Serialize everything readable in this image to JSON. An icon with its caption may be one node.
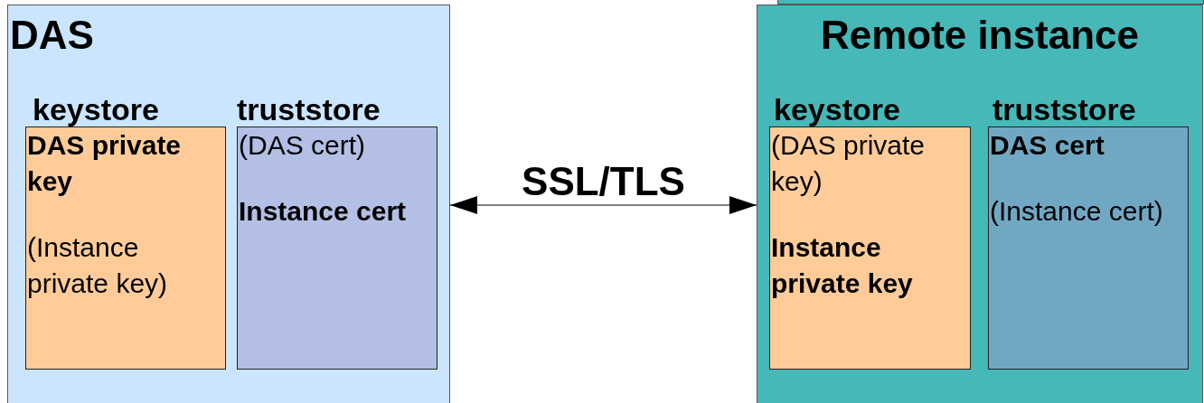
{
  "diagram": {
    "nodes": [
      {
        "text": [
          "DAS"
        ]
      },
      {
        "text": [
          "keystore",
          "DAS private key",
          "(Instance private key)"
        ],
        "in": 0
      },
      {
        "text": [
          "truststore",
          "(DAS cert)",
          "Instance cert"
        ],
        "in": 0
      },
      {
        "text": [],
        "shape": "box"
      },
      {
        "text": [
          "Remote instance"
        ]
      },
      {
        "text": [
          "keystore",
          "(DAS private key)",
          "Instance private key"
        ],
        "in": 4
      },
      {
        "text": [
          "truststore",
          "DAS cert",
          "(Instance cert)"
        ],
        "in": 4
      }
    ],
    "edges": [
      {
        "from": 0,
        "to": 4,
        "arrow": "both",
        "label": "SSL/TLS"
      }
    ]
  }
}
